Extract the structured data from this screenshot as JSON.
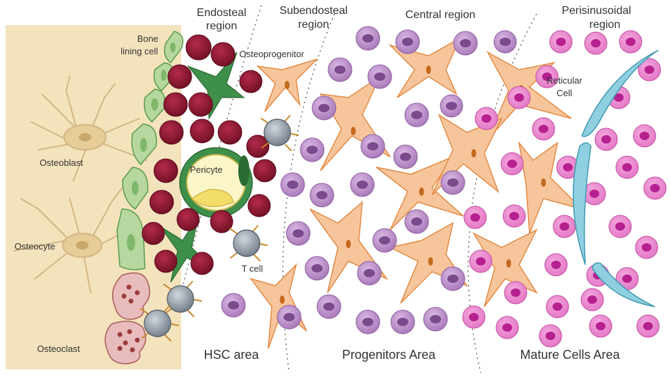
{
  "regions": {
    "endosteal_line1": "Endosteal",
    "endosteal_line2": "region",
    "subendosteal_line1": "Subendosteal",
    "subendosteal_line2": "region",
    "central": "Central region",
    "perisinusoidal_line1": "Perisinusoidal",
    "perisinusoidal_line2": "region"
  },
  "cells": {
    "bone_lining_line1": "Bone",
    "bone_lining_line2": "lining cell",
    "osteoblast": "Osteoblast",
    "osteocyte": "Osteocyte",
    "osteoclast": "Osteoclast",
    "osteoprogenitor": "Osteoprogenitor",
    "pericyte": "Pericyte",
    "t_cell": "T cell",
    "reticular_line1": "Reticular",
    "reticular_line2": "Cell"
  },
  "areas": {
    "hsc": "HSC area",
    "progenitors": "Progenitors Area",
    "mature": "Mature Cells Area"
  },
  "colors": {
    "bone": "#f3e3bd",
    "bone_cell": "#e6cc96",
    "lining_cell": "#b6d8a0",
    "red_cell": "#8b1a33",
    "pericyte_green": "#2f7d3c",
    "progenitor_purple": "#b68fc4",
    "mature_pink": "#d95fb4",
    "stromal_orange": "#f7c59b",
    "sinusoid_blue": "#6cc0d4",
    "t_cell_grey": "#7d8894",
    "osteoclast_pink": "#e8bcbc"
  }
}
